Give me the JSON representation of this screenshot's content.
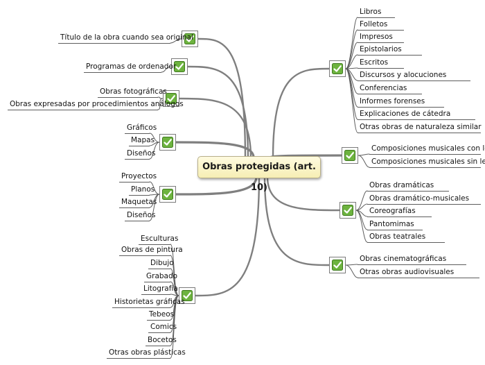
{
  "central": {
    "title": "Obras protegidas (art. 10)"
  },
  "branches": [
    {
      "side": "left",
      "items": [
        "Título de la obra cuando sea original"
      ]
    },
    {
      "side": "left",
      "items": [
        "Programas de ordenador"
      ]
    },
    {
      "side": "left",
      "items": [
        "Obras fotográficas",
        "Obras expresadas por procedimientos análogos"
      ]
    },
    {
      "side": "left",
      "items": [
        "Gráficos",
        "Mapas",
        "Diseños"
      ]
    },
    {
      "side": "left",
      "items": [
        "Proyectos",
        "Planos",
        "Maquetas",
        "Diseños"
      ]
    },
    {
      "side": "left",
      "items": [
        "Esculturas",
        "Obras de pintura",
        "Dibujo",
        "Grabado",
        "Litografía",
        "Historietas gráficas",
        "Tebeos",
        "Comics",
        "Bocetos",
        "Otras obras plásticas"
      ]
    },
    {
      "side": "right",
      "items": [
        "Libros",
        "Folletos",
        "Impresos",
        "Epistolarios",
        "Escritos",
        "Discursos y alocuciones",
        "Conferencias",
        "Informes forenses",
        "Explicaciones de cátedra",
        "Otras obras de naturaleza similar"
      ]
    },
    {
      "side": "right",
      "items": [
        "Composiciones musicales con letra",
        "Composiciones musicales sin letra"
      ]
    },
    {
      "side": "right",
      "items": [
        "Obras dramáticas",
        "Obras dramático-musicales",
        "Coreografías",
        "Pantomimas",
        "Obras teatrales"
      ]
    },
    {
      "side": "right",
      "items": [
        "Obras cinematográficas",
        "Otras obras audiovisuales"
      ]
    }
  ],
  "colors": {
    "connector": "#7f7f7f",
    "leaf_line": "#5c5c5c",
    "check_green": "#5aa02c",
    "central_fill": "#fbf3c4"
  }
}
